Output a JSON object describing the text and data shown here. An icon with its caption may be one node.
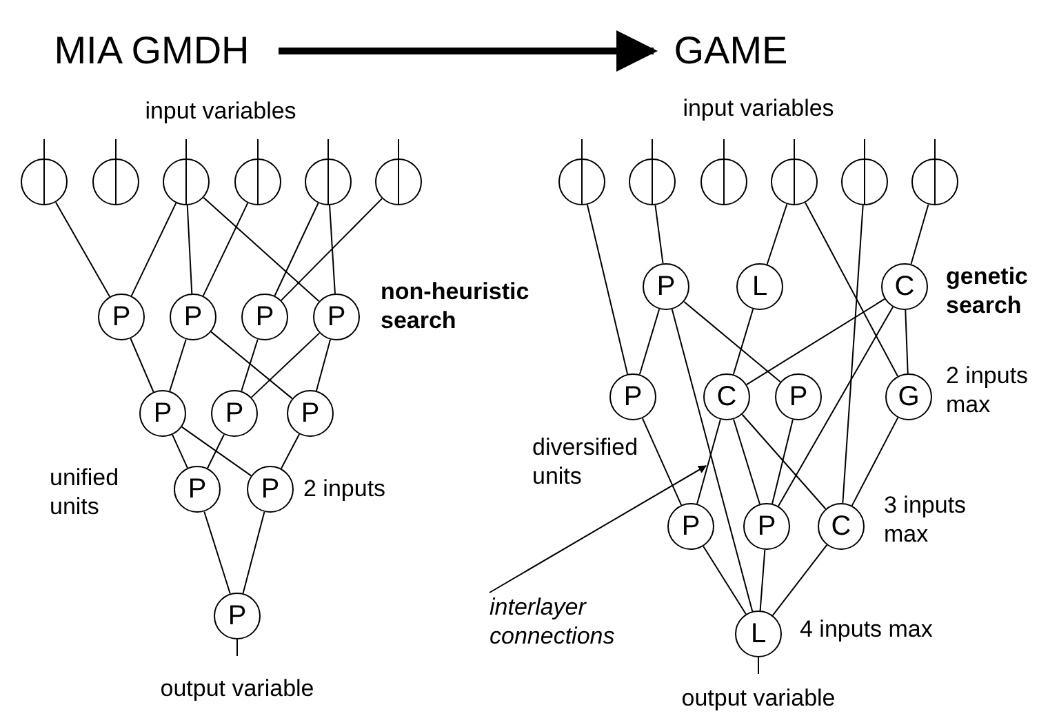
{
  "diagram": {
    "nodes": [
      {
        "text": [
          "MIA GMDH"
        ]
      },
      {
        "text": [
          "GAME"
        ]
      },
      {
        "text": [],
        "shape": "circle"
      },
      {
        "text": [],
        "shape": "circle"
      },
      {
        "text": [],
        "shape": "circle"
      },
      {
        "text": [],
        "shape": "circle"
      },
      {
        "text": [],
        "shape": "circle"
      },
      {
        "text": [],
        "shape": "circle"
      },
      {
        "text": [
          "P"
        ]
      },
      {
        "text": [
          "P"
        ]
      },
      {
        "text": [
          "P"
        ]
      },
      {
        "text": [
          "P"
        ]
      },
      {
        "text": [
          "P"
        ]
      },
      {
        "text": [
          "P"
        ]
      },
      {
        "text": [
          "P"
        ]
      },
      {
        "text": [
          "P"
        ]
      },
      {
        "text": [
          "P"
        ]
      },
      {
        "text": [
          "P"
        ],
        "beside": [
          "output variable"
        ]
      },
      {
        "text": [],
        "shape": "circle"
      },
      {
        "text": [],
        "shape": "circle"
      },
      {
        "text": [],
        "shape": "circle"
      },
      {
        "text": [],
        "shape": "circle"
      },
      {
        "text": [],
        "shape": "circle"
      },
      {
        "text": [],
        "shape": "circle"
      },
      {
        "text": [
          "P"
        ]
      },
      {
        "text": [
          "L"
        ]
      },
      {
        "text": [
          "C"
        ]
      },
      {
        "text": [
          "P"
        ]
      },
      {
        "text": [
          "C"
        ]
      },
      {
        "text": [
          "P"
        ]
      },
      {
        "text": [
          "G"
        ]
      },
      {
        "text": [
          "P"
        ]
      },
      {
        "text": [
          "P"
        ]
      },
      {
        "text": [
          "C"
        ]
      },
      {
        "text": [
          "L"
        ],
        "beside": [
          "output variable"
        ]
      },
      {
        "text": [
          "interlayer connections"
        ]
      }
    ],
    "edges": [
      {
        "from": 0,
        "to": 1,
        "arrow": "to",
        "style": "thick"
      },
      {
        "from": 2,
        "to": 8,
        "arrow": "none"
      },
      {
        "from": 4,
        "to": 8,
        "arrow": "none"
      },
      {
        "from": 4,
        "to": 9,
        "arrow": "none"
      },
      {
        "from": 5,
        "to": 9,
        "arrow": "none"
      },
      {
        "from": 4,
        "to": 11,
        "arrow": "none"
      },
      {
        "from": 6,
        "to": 10,
        "arrow": "none"
      },
      {
        "from": 7,
        "to": 10,
        "arrow": "none"
      },
      {
        "from": 6,
        "to": 11,
        "arrow": "none"
      },
      {
        "from": 8,
        "to": 12,
        "arrow": "none"
      },
      {
        "from": 9,
        "to": 12,
        "arrow": "none"
      },
      {
        "from": 9,
        "to": 14,
        "arrow": "none"
      },
      {
        "from": 10,
        "to": 13,
        "arrow": "none"
      },
      {
        "from": 11,
        "to": 13,
        "arrow": "none"
      },
      {
        "from": 11,
        "to": 14,
        "arrow": "none"
      },
      {
        "from": 12,
        "to": 15,
        "arrow": "none"
      },
      {
        "from": 12,
        "to": 16,
        "arrow": "none"
      },
      {
        "from": 13,
        "to": 15,
        "arrow": "none"
      },
      {
        "from": 14,
        "to": 16,
        "arrow": "none"
      },
      {
        "from": 15,
        "to": 17,
        "arrow": "none"
      },
      {
        "from": 16,
        "to": 17,
        "arrow": "none"
      },
      {
        "from": 18,
        "to": 27,
        "arrow": "none"
      },
      {
        "from": 19,
        "to": 24,
        "arrow": "none"
      },
      {
        "from": 21,
        "to": 25,
        "arrow": "none"
      },
      {
        "from": 21,
        "to": 30,
        "arrow": "none"
      },
      {
        "from": 22,
        "to": 33,
        "arrow": "none"
      },
      {
        "from": 23,
        "to": 26,
        "arrow": "none"
      },
      {
        "from": 24,
        "to": 27,
        "arrow": "none"
      },
      {
        "from": 24,
        "to": 29,
        "arrow": "none"
      },
      {
        "from": 24,
        "to": 34,
        "arrow": "none"
      },
      {
        "from": 25,
        "to": 28,
        "arrow": "none"
      },
      {
        "from": 26,
        "to": 28,
        "arrow": "none"
      },
      {
        "from": 26,
        "to": 30,
        "arrow": "none"
      },
      {
        "from": 26,
        "to": 32,
        "arrow": "none"
      },
      {
        "from": 27,
        "to": 31,
        "arrow": "none"
      },
      {
        "from": 28,
        "to": 31,
        "arrow": "none"
      },
      {
        "from": 28,
        "to": 32,
        "arrow": "none"
      },
      {
        "from": 28,
        "to": 33,
        "arrow": "none"
      },
      {
        "from": 29,
        "to": 32,
        "arrow": "none"
      },
      {
        "from": 30,
        "to": 33,
        "arrow": "none"
      },
      {
        "from": 31,
        "to": 34,
        "arrow": "none"
      },
      {
        "from": 32,
        "to": 34,
        "arrow": "none"
      },
      {
        "from": 33,
        "to": 34,
        "arrow": "none"
      },
      {
        "from": 35,
        "to": null,
        "arrow": "to"
      }
    ],
    "labels": [
      "input variables",
      "non-heuristic search",
      "unified units",
      "2 inputs",
      "input variables",
      "genetic search",
      "2 inputs max",
      "diversified units",
      "3 inputs max",
      "4 inputs max"
    ]
  }
}
